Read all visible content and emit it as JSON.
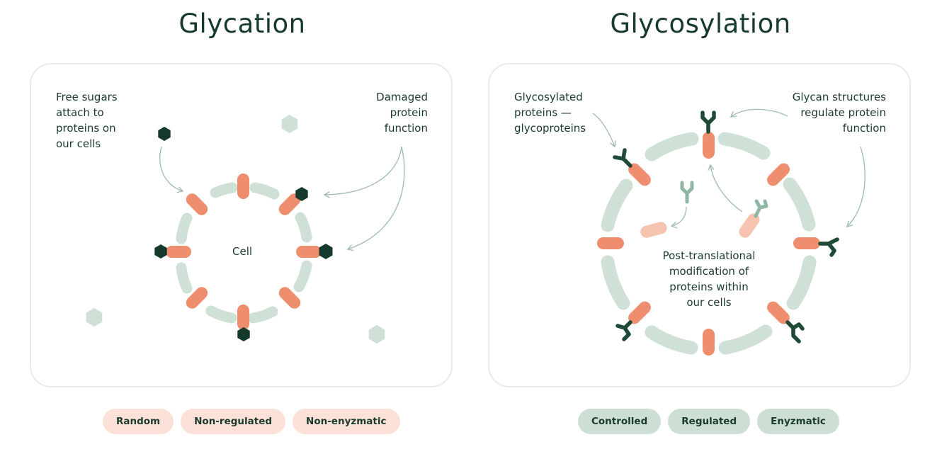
{
  "colors": {
    "protein": "#ee8e6f",
    "protein_faded": "#f6c3b1",
    "membrane": "#cfe0d6",
    "sugar": "#153a2b",
    "sugar_faded": "#cfe0d6",
    "glycan": "#1f4a37",
    "glycan_faded": "#8fb7a3",
    "arrow": "#9cbcb0",
    "warm_tag": "#fbe1d8",
    "cool_tag": "#cddfd4"
  },
  "glycation": {
    "title": "Glycation",
    "label_free_sugars": "Free sugars\nattach to\nproteins on\nour cells",
    "label_damaged": "Damaged\nprotein\nfunction",
    "label_cell": "Cell",
    "tags": [
      "Random",
      "Non-regulated",
      "Non-enyzmatic"
    ]
  },
  "glycosylation": {
    "title": "Glycosylation",
    "label_glycoproteins": "Glycosylated\nproteins —\nglycoproteins",
    "label_glycan": "Glycan structures\nregulate protein\nfunction",
    "label_ptm": "Post-translational\nmodification of\nproteins within\nour cells",
    "tags": [
      "Controlled",
      "Regulated",
      "Enyzmatic"
    ]
  }
}
